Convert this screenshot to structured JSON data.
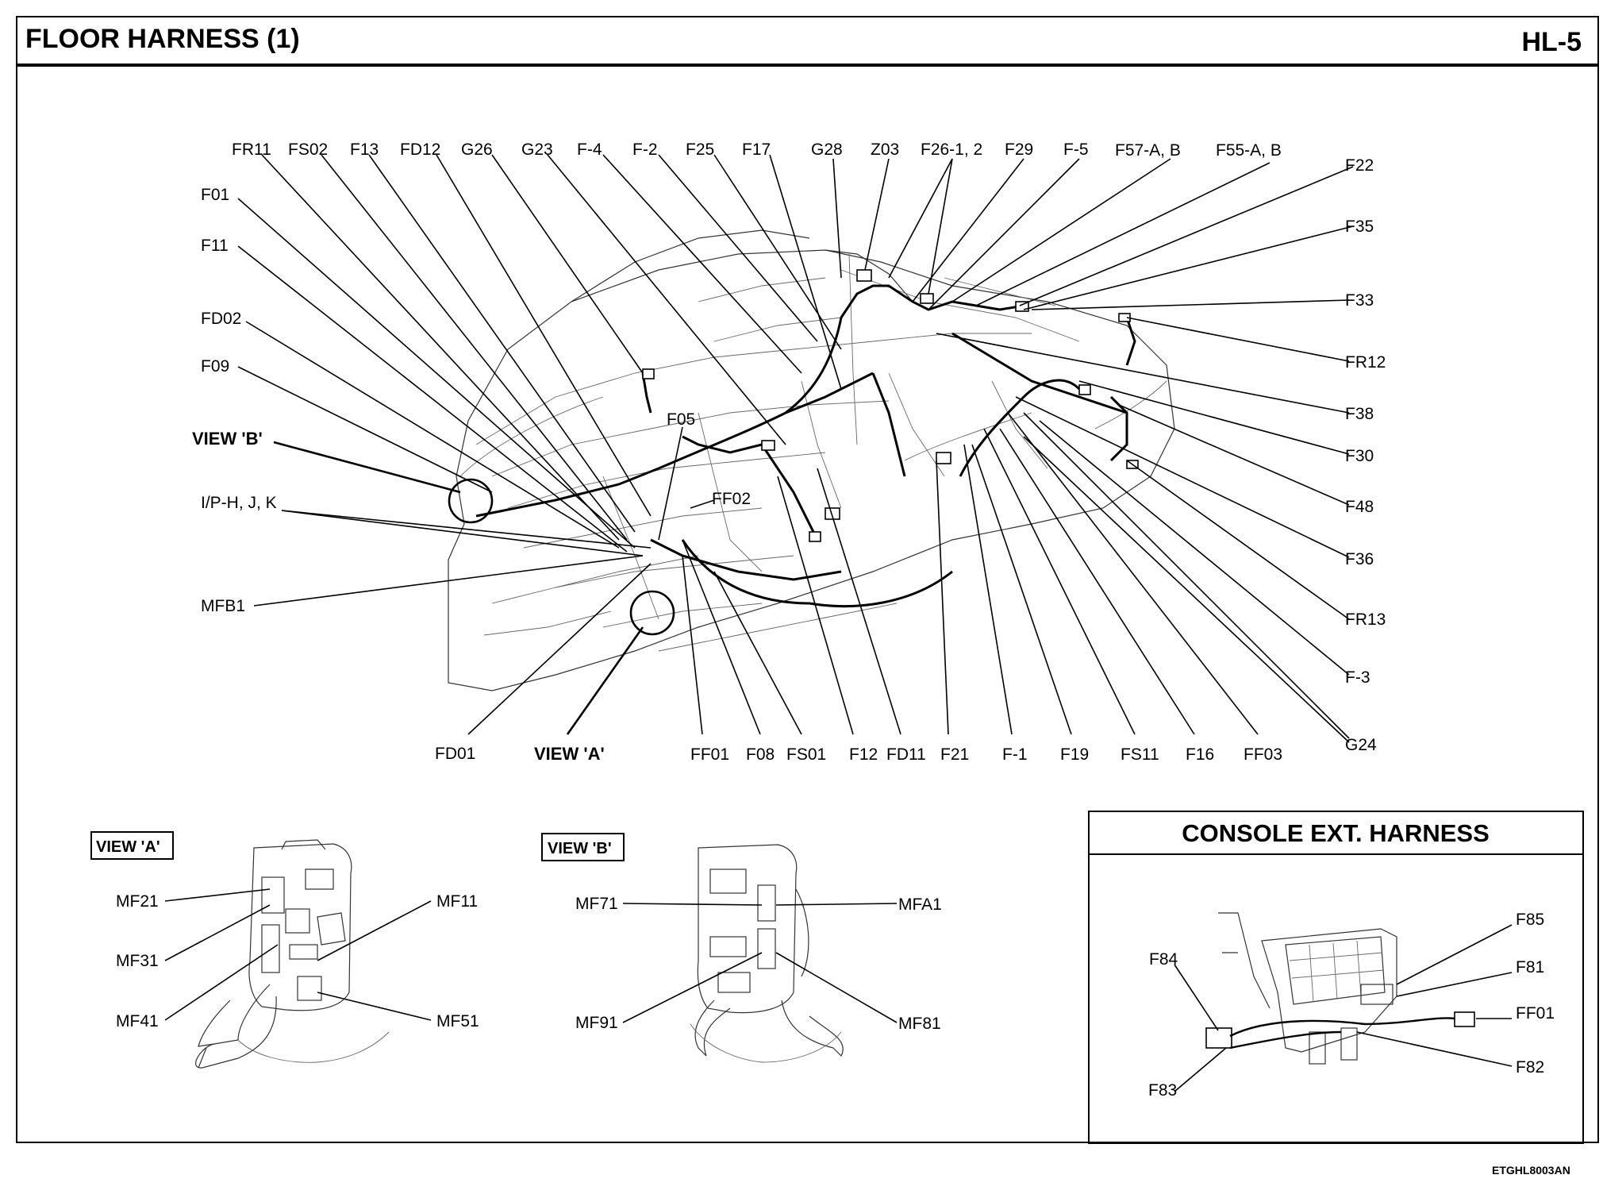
{
  "header": {
    "title": "FLOOR HARNESS (1)",
    "page_id": "HL-5"
  },
  "callouts": {
    "FR11": "FR11",
    "FS02": "FS02",
    "F13": "F13",
    "FD12": "FD12",
    "G26": "G26",
    "G23": "G23",
    "F_4": "F-4",
    "F_2": "F-2",
    "F25": "F25",
    "F17": "F17",
    "G28": "G28",
    "Z03": "Z03",
    "F26": "F26-1, 2",
    "F29": "F29",
    "F_5": "F-5",
    "F57": "F57-A, B",
    "F55": "F55-A, B",
    "F22": "F22",
    "F35": "F35",
    "F33": "F33",
    "FR12": "FR12",
    "F38": "F38",
    "F30": "F30",
    "F48": "F48",
    "F36": "F36",
    "FR13": "FR13",
    "F_3": "F-3",
    "G24": "G24",
    "F01": "F01",
    "F11": "F11",
    "FD02": "FD02",
    "F09": "F09",
    "VIEW_B": "VIEW 'B'",
    "IPH": "I/P-H, J, K",
    "MFB1": "MFB1",
    "F05": "F05",
    "FF02": "FF02",
    "FD01": "FD01",
    "VIEW_A": "VIEW 'A'",
    "FF01": "FF01",
    "F08": "F08",
    "FS01": "FS01",
    "F12": "F12",
    "FD11": "FD11",
    "F21": "F21",
    "F_1": "F-1",
    "F19": "F19",
    "FS11": "FS11",
    "F16": "F16",
    "FF03": "FF03"
  },
  "view_a": {
    "title": "VIEW 'A'",
    "labels": {
      "MF21": "MF21",
      "MF31": "MF31",
      "MF41": "MF41",
      "MF11": "MF11",
      "MF51": "MF51"
    }
  },
  "view_b": {
    "title": "VIEW 'B'",
    "labels": {
      "MF71": "MF71",
      "MF91": "MF91",
      "MFA1": "MFA1",
      "MF81": "MF81"
    }
  },
  "console": {
    "title": "CONSOLE EXT. HARNESS",
    "labels": {
      "F84": "F84",
      "F83": "F83",
      "F85": "F85",
      "F81": "F81",
      "FF01": "FF01",
      "F82": "F82"
    }
  },
  "footer": {
    "code": "ETGHL8003AN"
  }
}
